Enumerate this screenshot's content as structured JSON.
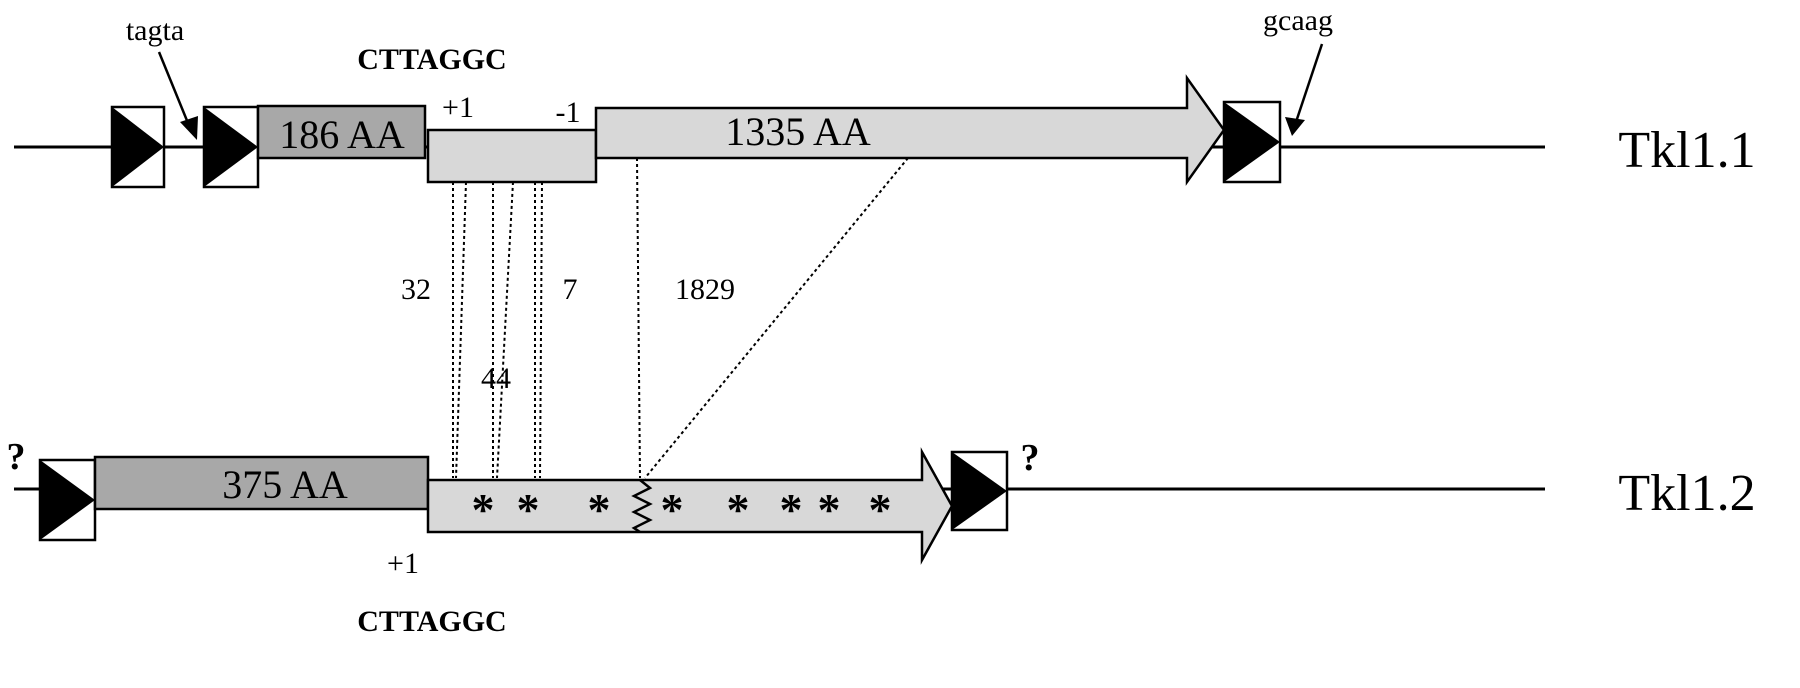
{
  "labels": {
    "tagta": "tagta",
    "gcaag": "gcaag",
    "seq_top": "CTTAGGC",
    "seq_bottom": "CTTAGGC",
    "plus1_top": "+1",
    "minus1_top": "-1",
    "plus1_bottom": "+1",
    "q_left": "?",
    "q_right": "?",
    "num_32": "32",
    "num_7": "7",
    "num_1829": "1829",
    "num_44": "44",
    "star": "*"
  },
  "genes": {
    "tkl11": {
      "name": "Tkl1.1",
      "orf1_label": "186 AA",
      "orf2_label": "1335 AA"
    },
    "tkl12": {
      "name": "Tkl1.2",
      "orf1_label": "375 AA"
    }
  },
  "colors": {
    "dark_box": "#a8a8a8",
    "light_box": "#d8d8d8",
    "line": "#000000"
  }
}
